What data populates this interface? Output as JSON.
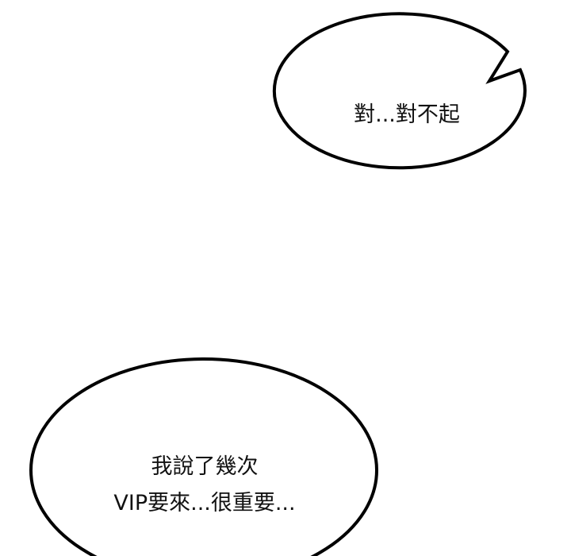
{
  "bubbles": [
    {
      "lines": [
        "對...對不起"
      ]
    },
    {
      "lines": [
        "我說了幾次",
        "VIP要來...很重要..."
      ]
    }
  ],
  "colors": {
    "outline": "#000000",
    "fill": "#ffffff",
    "text": "#111111"
  }
}
